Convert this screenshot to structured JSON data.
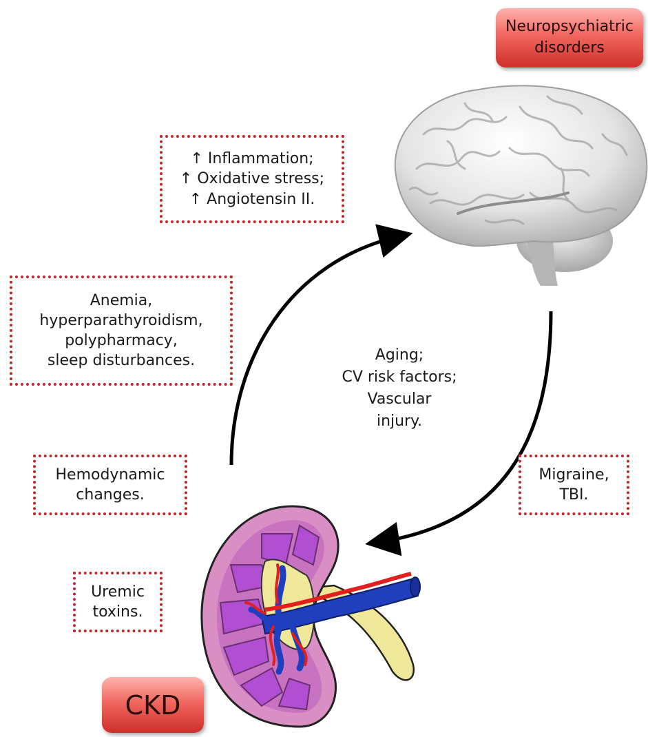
{
  "labels": {
    "neuro": [
      "Neuropsychiatric",
      "disorders"
    ],
    "ckd": "CKD"
  },
  "boxes": {
    "inflammation": [
      "↑ Inflammation;",
      "↑ Oxidative stress;",
      "↑ Angiotensin II."
    ],
    "anemia": [
      "Anemia,",
      "hyperparathyroidism,",
      "polypharmacy,",
      "sleep disturbances."
    ],
    "hemodynamic": [
      "Hemodynamic",
      "changes."
    ],
    "uremic": [
      "Uremic",
      "toxins."
    ],
    "migraine": [
      "Migraine,",
      "TBI."
    ]
  },
  "center_text": [
    "Aging;",
    "CV risk factors;",
    "Vascular",
    "injury."
  ],
  "images": {
    "brain": "brain-illustration",
    "kidney": "kidney-cross-section-illustration"
  },
  "colors": {
    "dotted_border": "#c0272d",
    "label_red": "#e24d46",
    "kidney_outer": "#d98fc4",
    "kidney_pyramid": "#b04fd1",
    "renal_vein": "#1f3fbf",
    "renal_artery": "#e0201e",
    "ureter": "#efe79a",
    "arrow": "#000000"
  }
}
